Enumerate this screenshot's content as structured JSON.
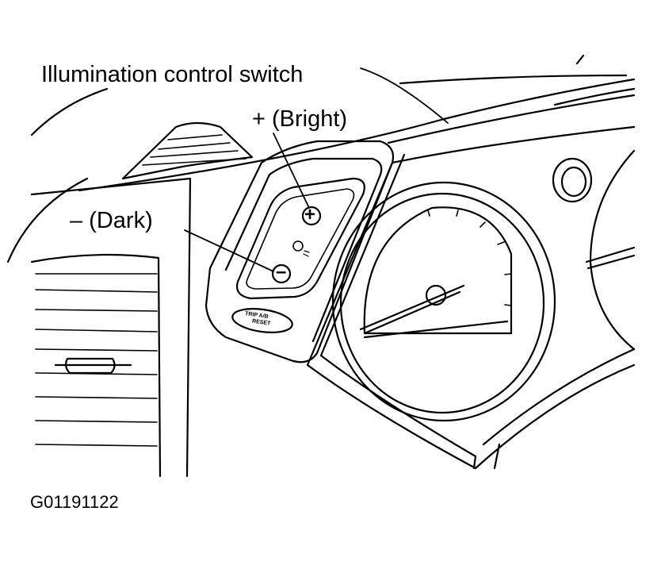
{
  "labels": {
    "title": "Illumination control switch",
    "bright": "+ (Bright)",
    "dark": "– (Dark)",
    "figure_code": "G01191122"
  },
  "switch_panel": {
    "plus_symbol": "+",
    "minus_symbol": "–",
    "button_text_line1": "TRIP A/B",
    "button_text_line2": "RESET"
  },
  "colors": {
    "ink": "#000000",
    "paper": "#ffffff"
  }
}
